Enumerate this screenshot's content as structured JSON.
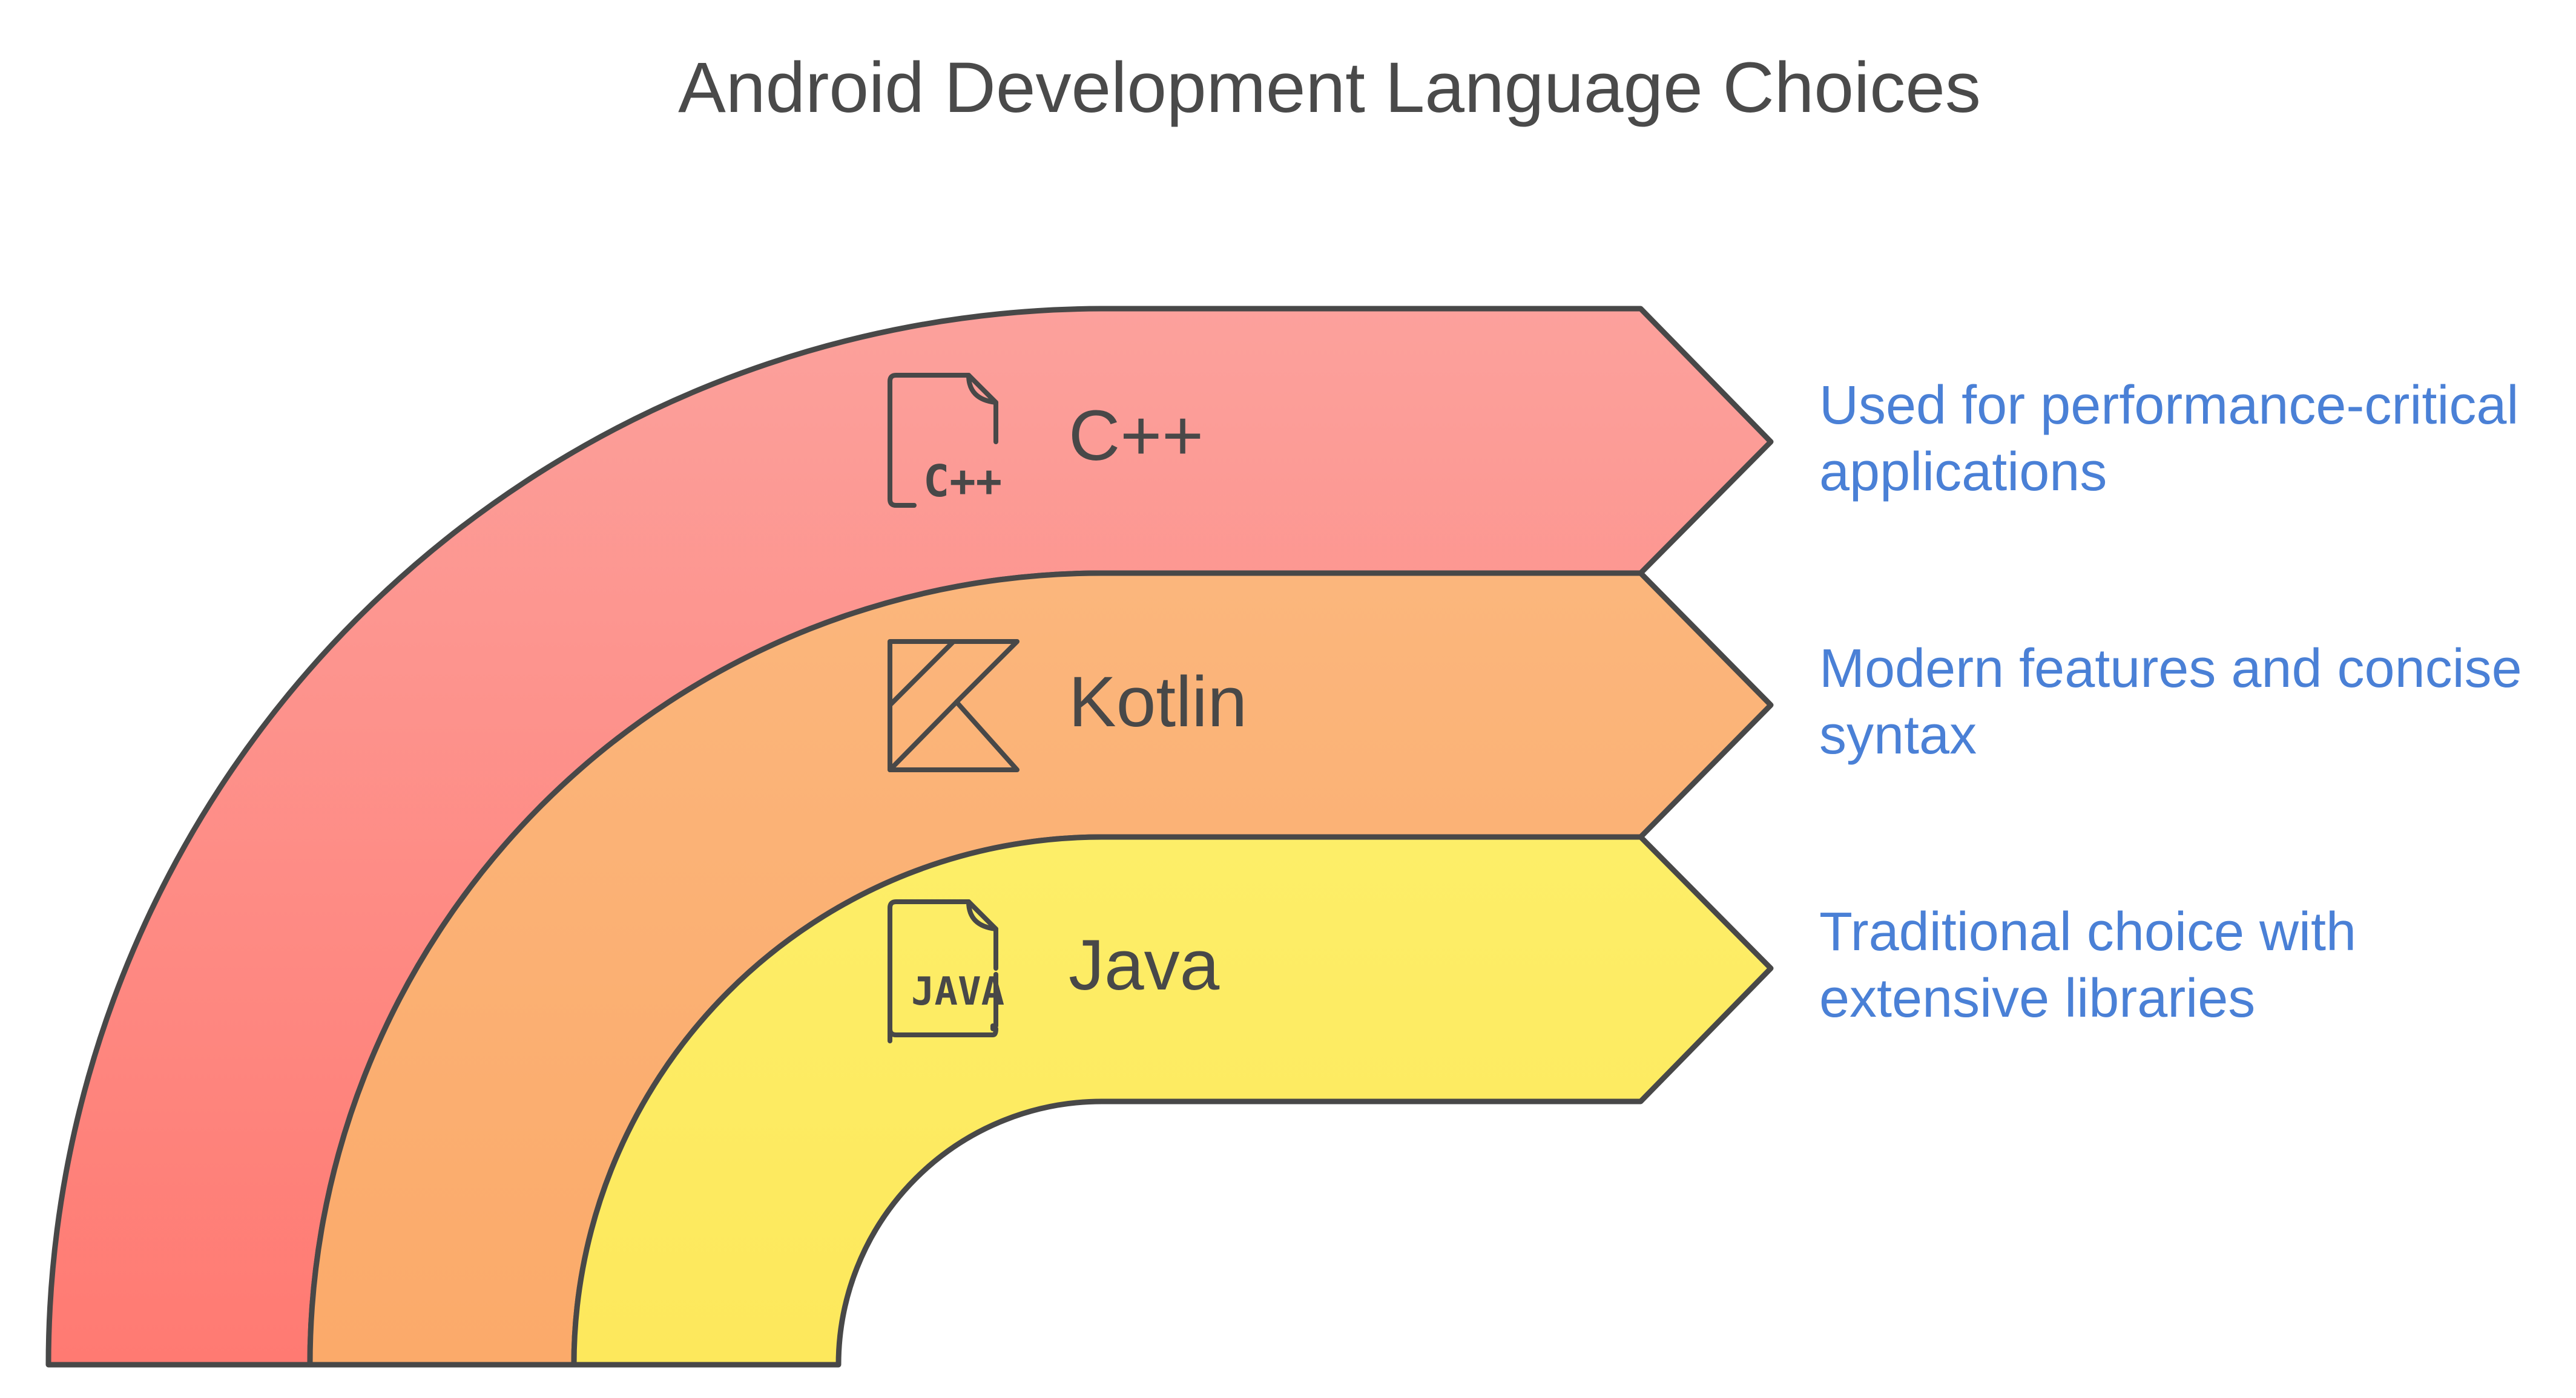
{
  "title": "Android Development Language Choices",
  "layers": [
    {
      "label": "C++",
      "icon": "cpp-file-icon",
      "icon_text": "C++",
      "description_lines": [
        "Used for performance-critical",
        "applications"
      ],
      "color_top": "#fca19c",
      "color_bottom": "#ff7a72"
    },
    {
      "label": "Kotlin",
      "icon": "kotlin-logo-icon",
      "icon_text": "",
      "description_lines": [
        "Modern features and concise",
        "syntax"
      ],
      "color_top": "#fbb67c",
      "color_bottom": "#fbaa6a"
    },
    {
      "label": "Java",
      "icon": "java-file-icon",
      "icon_text": "JAVA",
      "description_lines": [
        "Traditional choice with",
        "extensive libraries"
      ],
      "color_top": "#fdee68",
      "color_bottom": "#fde85c"
    }
  ],
  "colors": {
    "outline": "#484848",
    "label_text": "#484848",
    "description_text": "#4a80d6",
    "title_text": "#4a4a4a"
  }
}
